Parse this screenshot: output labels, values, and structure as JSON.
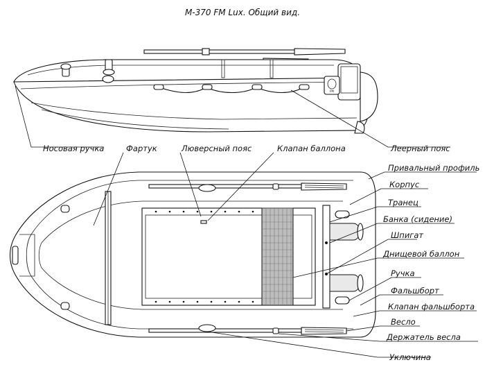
{
  "title": "М-370 FM Lux. Общий вид.",
  "labels": {
    "nose_handle": "Носовая ручка",
    "apron": "Фартук",
    "grommet_belt": "Люверсный пояс",
    "tube_valve": "Клапан баллона",
    "lifeline": "Леерный пояс",
    "rub_strake": "Привальный профиль",
    "hull": "Корпус",
    "transom": "Транец",
    "seat": "Банка (сидение)",
    "drain": "Шпигат",
    "keel_tube": "Днищевой баллон",
    "handle": "Ручка",
    "gunwale": "Фальшборт",
    "gunwale_valve": "Клапан фальшборта",
    "oar": "Весло",
    "oar_holder": "Держатель весла",
    "oarlock": "Уключина"
  },
  "brand_badge": "FM"
}
